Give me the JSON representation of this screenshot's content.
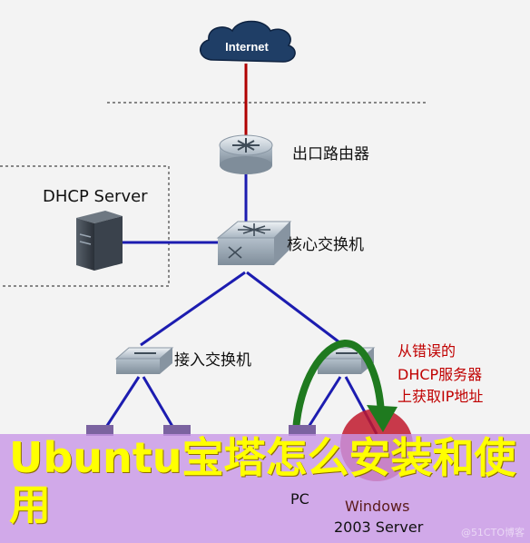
{
  "diagram": {
    "internet_label": "Internet",
    "router_label": "出口路由器",
    "dhcp_server_label": "DHCP Server",
    "core_switch_label": "核心交换机",
    "access_switch_label": "接入交换机",
    "error_note": [
      "从错误的",
      "DHCP服务器",
      "上获取IP地址"
    ],
    "pc_label": "PC",
    "windows_label": [
      "Windows",
      "2003 Server"
    ]
  },
  "banner": {
    "title": "Ubuntu宝塔怎么安装和使用"
  },
  "watermark": "@51CTO博客"
}
